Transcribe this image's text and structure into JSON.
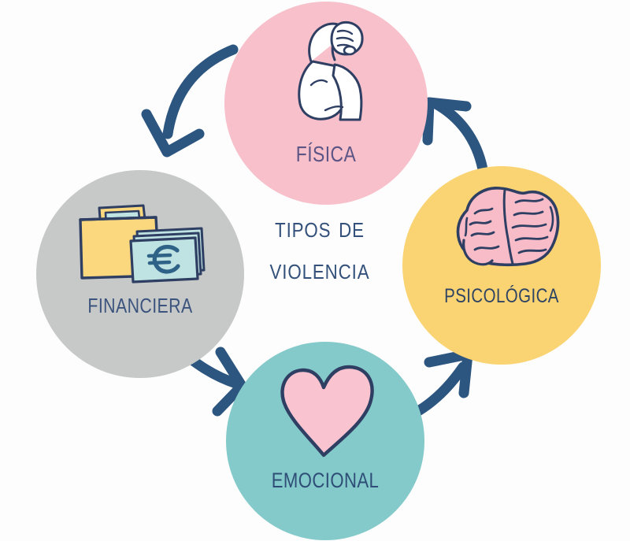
{
  "diagram": {
    "title_line1": "Tipos de",
    "title_line2": "Violencia",
    "background_color": "#fdfdfd",
    "arrow_color": "#2C5580",
    "cycle_direction": "counter-clockwise",
    "nodes": [
      {
        "id": "fisica",
        "label": "Física",
        "icon": "flexing-arm-icon",
        "circle_color": "#F7C0CB",
        "label_color": "#5D5585",
        "position": "top"
      },
      {
        "id": "financiera",
        "label": "Financiera",
        "icon": "wallet-money-euro-icon",
        "circle_color": "#C6C9C8",
        "label_color": "#3C537E",
        "position": "left"
      },
      {
        "id": "psicologica",
        "label": "Psicológica",
        "icon": "brain-icon",
        "circle_color": "#FAD473",
        "label_color": "#2F4463",
        "position": "right"
      },
      {
        "id": "emocional",
        "label": "Emocional",
        "icon": "heart-icon",
        "circle_color": "#84CACA",
        "label_color": "#2F4E77",
        "position": "bottom"
      }
    ],
    "arrows": [
      {
        "id": "fisica-to-financiera",
        "from": "fisica",
        "to": "financiera"
      },
      {
        "id": "financiera-to-emocional",
        "from": "financiera",
        "to": "emocional"
      },
      {
        "id": "emocional-to-psicologica",
        "from": "emocional",
        "to": "psicologica"
      },
      {
        "id": "psicologica-to-fisica",
        "from": "psicologica",
        "to": "fisica"
      }
    ],
    "icon_colors": {
      "outline": "#2F3F63",
      "skin": "#FFFFFF",
      "shadow": "#9AA0A4",
      "wallet": "#FBD87E",
      "banknote": "#BFE3E2",
      "brain": "#F7BCC7",
      "heart": "#F9C3D0"
    }
  }
}
